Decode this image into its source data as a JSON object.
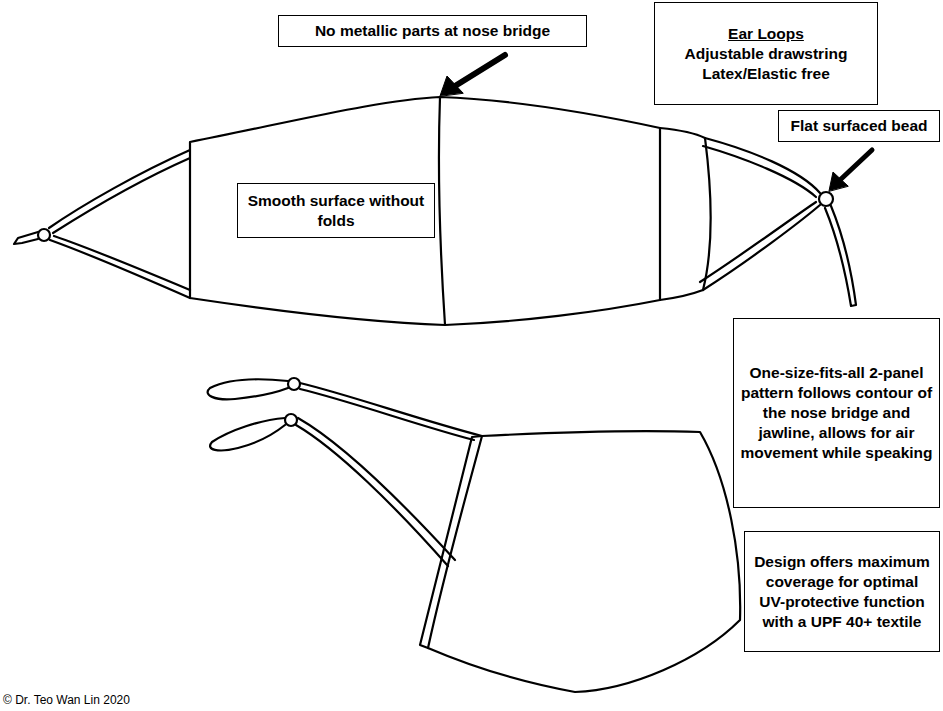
{
  "diagram": {
    "nodes": [
      {
        "text": [
          "No metallic parts at nose bridge"
        ]
      },
      {
        "text": [
          "Ear Loops",
          "Adjustable drawstring",
          "Latex/Elastic free"
        ]
      },
      {
        "text": [
          "Flat surfaced bead"
        ]
      },
      {
        "text": [
          "Smooth surface without folds"
        ]
      },
      {
        "text": [
          "One-size-fits-all 2-panel pattern follows contour of the nose bridge and jawline, allows for air movement while speaking"
        ]
      },
      {
        "text": [
          "Design offers maximum coverage for optimal UV-protective function with a UPF 40+ textile"
        ]
      }
    ],
    "labels": [
      "© Dr. Teo Wan Lin 2020"
    ]
  }
}
